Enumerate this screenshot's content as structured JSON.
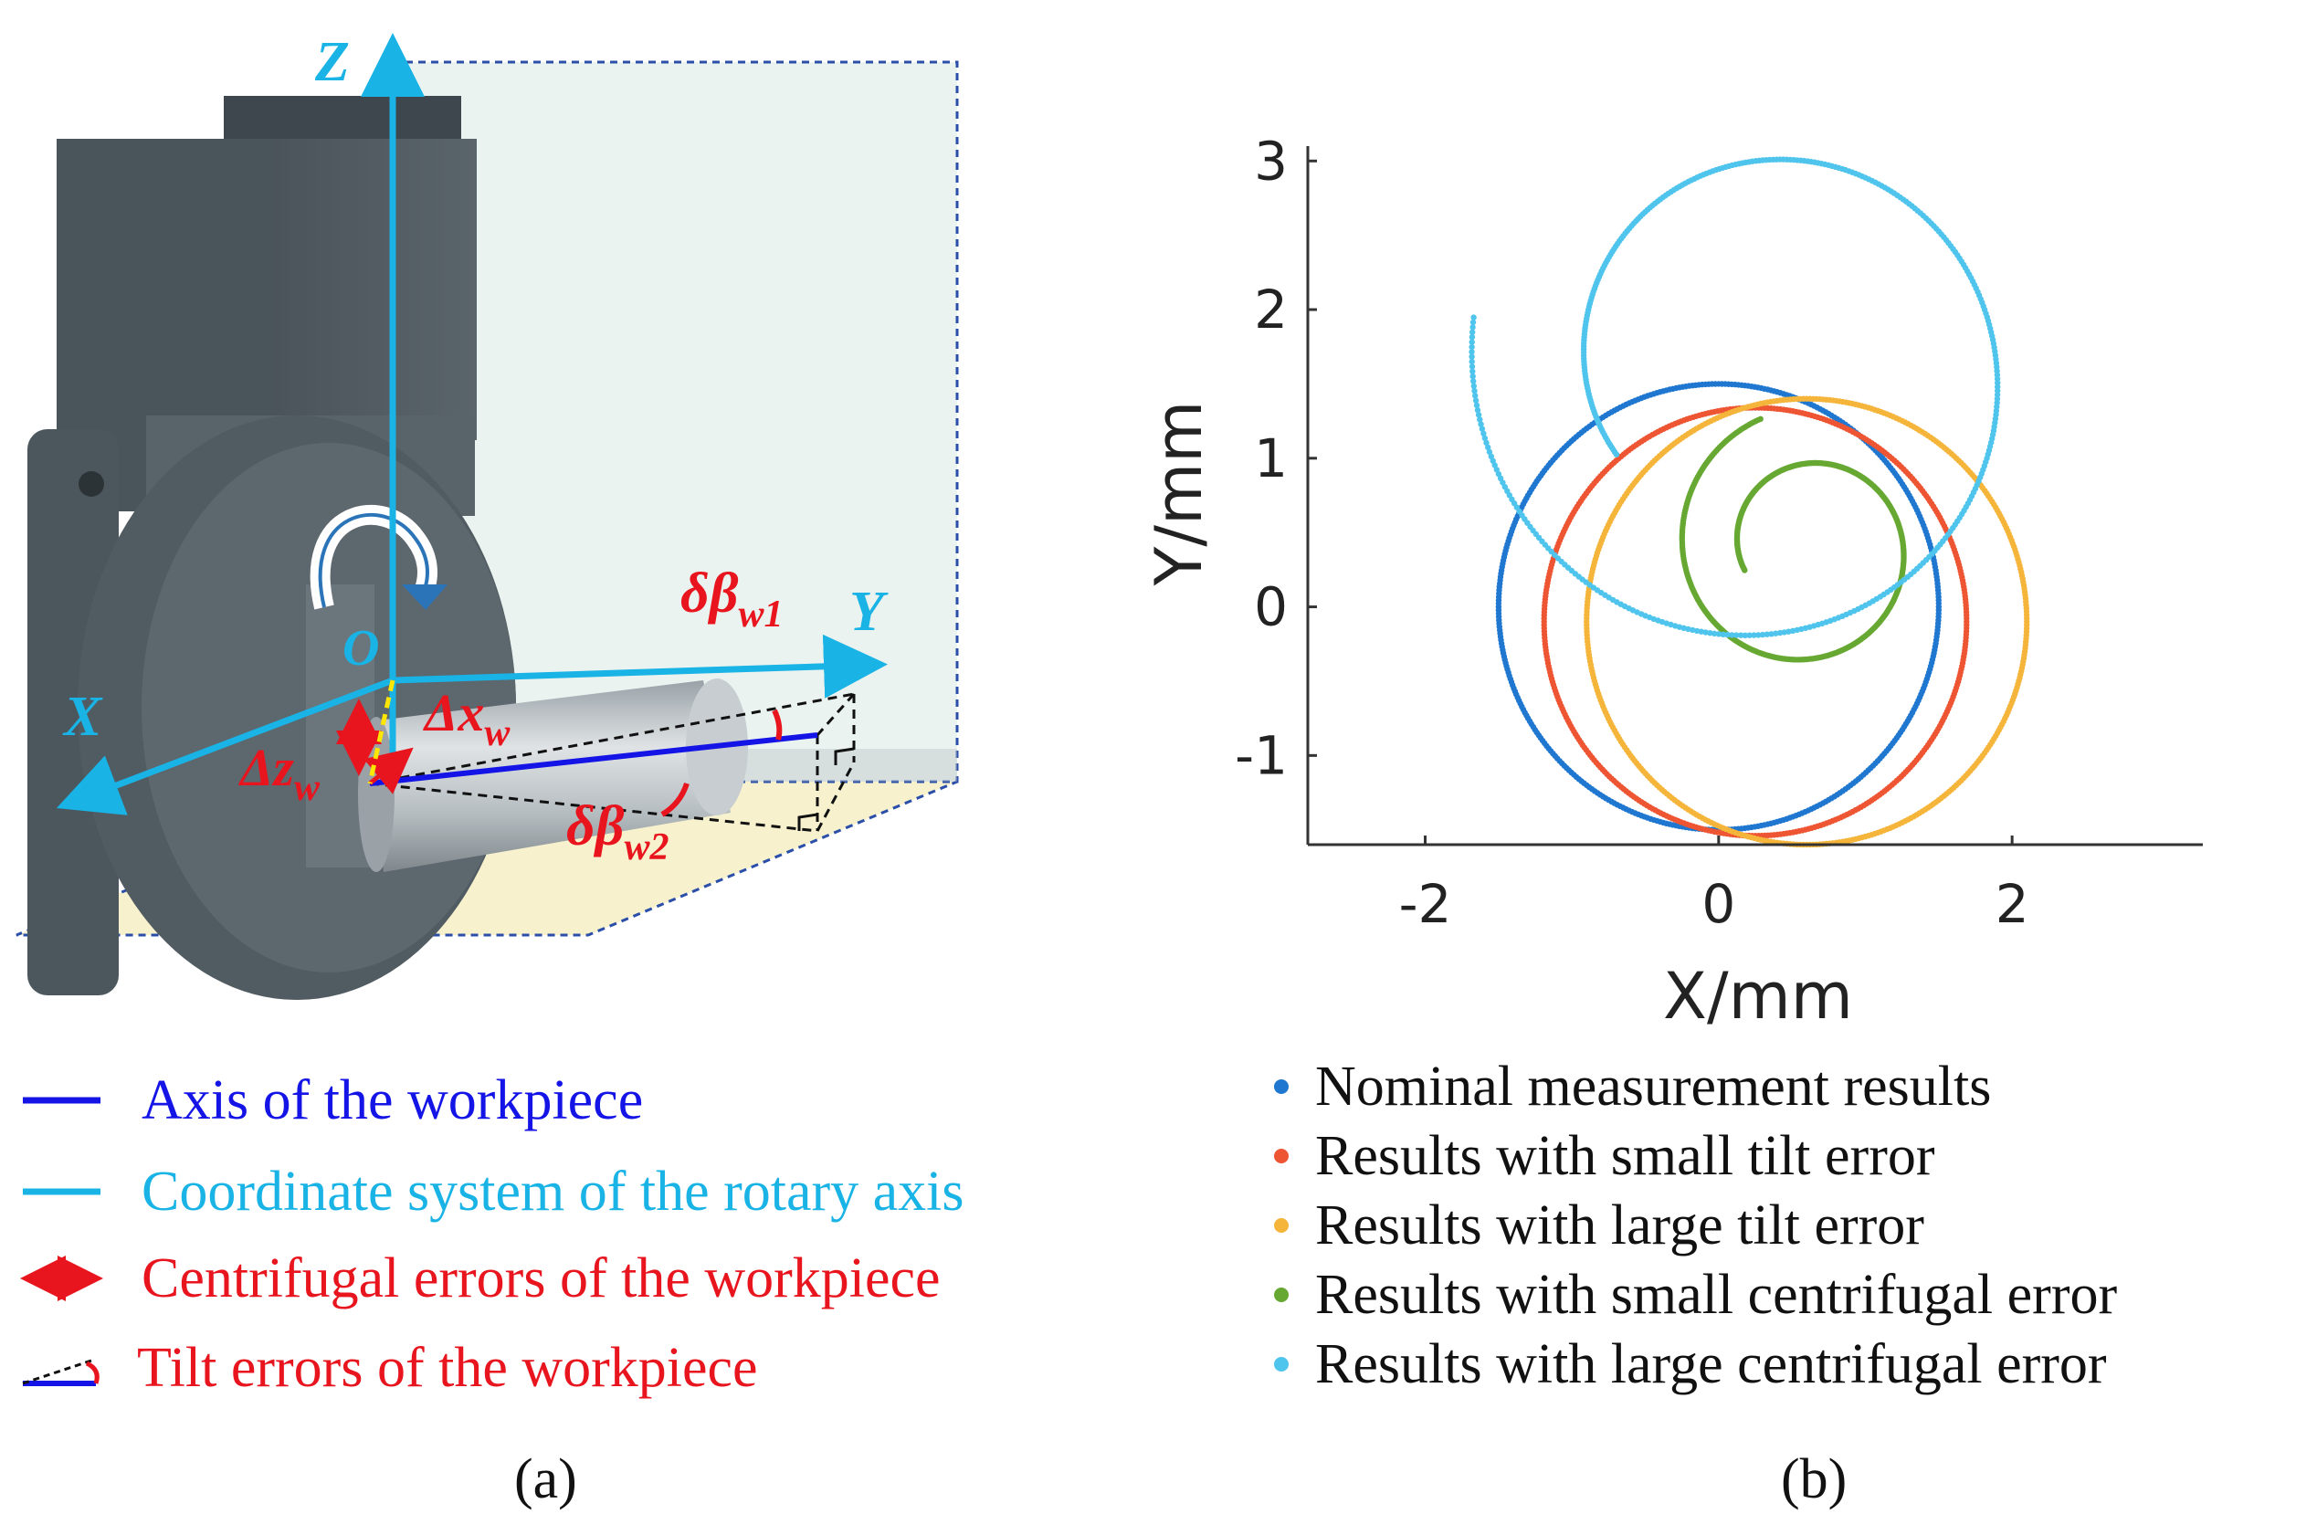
{
  "panel_a": {
    "label": "(a)",
    "axis_labels": {
      "z": "Z",
      "y": "Y",
      "x": "X",
      "origin": "O"
    },
    "error_labels": {
      "db1_main": "δβ",
      "db1_sub": "w1",
      "db2_main": "δβ",
      "db2_sub": "w2",
      "dx_main": "Δx",
      "dx_sub": "w",
      "dz_main": "Δz",
      "dz_sub": "w"
    },
    "legend": [
      {
        "text": "Axis of the workpiece",
        "color": "#1414e6",
        "icon": "blue-line-icon"
      },
      {
        "text": "Coordinate system of the rotary axis",
        "color": "#19b3e6",
        "icon": "cyan-line-icon"
      },
      {
        "text": "Centrifugal errors of the workpiece",
        "color": "#e8141e",
        "icon": "red-double-arrow-icon"
      },
      {
        "text": "Tilt errors of the workpiece",
        "color": "#e8141e",
        "icon": "tilt-triangle-icon"
      }
    ]
  },
  "panel_b": {
    "label": "(b)",
    "legend": [
      {
        "text": "Nominal measurement results",
        "color": "#1f77d0"
      },
      {
        "text": "Results with small tilt error",
        "color": "#ee5533"
      },
      {
        "text": "Results with large tilt error",
        "color": "#f5b53a"
      },
      {
        "text": "Results with small centrifugal error",
        "color": "#66a832"
      },
      {
        "text": "Results with large centrifugal error",
        "color": "#4fc4ec"
      }
    ]
  },
  "chart_data": {
    "type": "scatter",
    "xlabel": "X/mm",
    "ylabel": "Y/mm",
    "xlim": [
      -2.8,
      3.3
    ],
    "ylim": [
      -1.6,
      3.1
    ],
    "xticks": [
      -2,
      0,
      2
    ],
    "yticks": [
      -1,
      0,
      1,
      2,
      3
    ],
    "tick_labels_x": [
      "-2",
      "0",
      "2"
    ],
    "tick_labels_y": [
      "-1",
      "0",
      "1",
      "2",
      "3"
    ],
    "grid": false,
    "legend_position": "below",
    "series": [
      {
        "name": "Nominal measurement results",
        "color": "#1f77d0",
        "shape": "circle",
        "center": [
          0,
          0
        ],
        "radius": 1.5
      },
      {
        "name": "Results with small tilt error",
        "color": "#ee5533",
        "shape": "circle",
        "center": [
          0.25,
          -0.1
        ],
        "radius": 1.44
      },
      {
        "name": "Results with large tilt error",
        "color": "#f5b53a",
        "shape": "circle",
        "center": [
          0.6,
          -0.1
        ],
        "radius": 1.5
      },
      {
        "name": "Results with small centrifugal error",
        "color": "#66a832",
        "shape": "spiral",
        "center": [
          0.6,
          0.4
        ],
        "r_start": 0.45,
        "r_end": 0.92,
        "theta_start_deg": 200,
        "sweep_deg": 450
      },
      {
        "name": "Results with large centrifugal error",
        "color": "#4fc4ec",
        "shape": "spiral",
        "center": [
          0.3,
          1.6
        ],
        "r_start": 1.15,
        "r_end": 2.0,
        "theta_start_deg": 210,
        "sweep_deg": 400
      }
    ]
  }
}
